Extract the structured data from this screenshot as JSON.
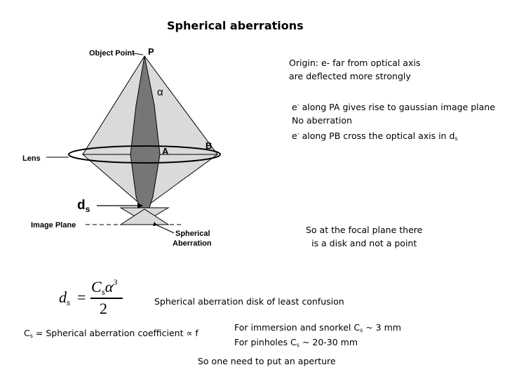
{
  "title": "Spherical aberrations",
  "notes": {
    "origin_line1": "Origin: e- far from optical axis",
    "origin_line2": "are deflected more strongly",
    "pa_prefix": "e",
    "pa_sup": "-",
    "pa_text": " along PA gives rise to gaussian image plane",
    "no_aberration": "No aberration",
    "pb_prefix": "e",
    "pb_sup": "-",
    "pb_text": " along PB cross the optical axis in d",
    "pb_sub": "s",
    "focal_line1": "So at the focal plane there",
    "focal_line2": "is a disk and not a point",
    "disk": "Spherical aberration disk of least confusion",
    "cs_prefix": "C",
    "cs_sub": "s",
    "cs_text": " = Spherical aberration coefficient ∝ f",
    "immersion_prefix": "For immersion and snorkel C",
    "immersion_sub": "s",
    "immersion_suffix": " ~ 3 mm",
    "pinholes_prefix": "For pinholes C",
    "pinholes_sub": "s",
    "pinholes_suffix": " ~ 20-30 mm",
    "aperture": "So one need to put an aperture"
  },
  "diagram": {
    "object_point": "Object Point",
    "p": "P",
    "alpha": "α",
    "lens": "Lens",
    "a": "A",
    "b": "B",
    "ds_main": "d",
    "ds_sub": "s",
    "image_plane": "Image Plane",
    "spherical": "Spherical",
    "aberration": "Aberration"
  },
  "formula": {
    "lhs": "d",
    "lhs_sub": "s",
    "equals": "=",
    "num_c": "C",
    "num_c_sub": "s",
    "num_alpha": "α",
    "num_exp": "3",
    "den": "2"
  },
  "colors": {
    "outer_cone": "#dcdcdc",
    "inner_cone": "#808080",
    "lines": "#000000"
  }
}
